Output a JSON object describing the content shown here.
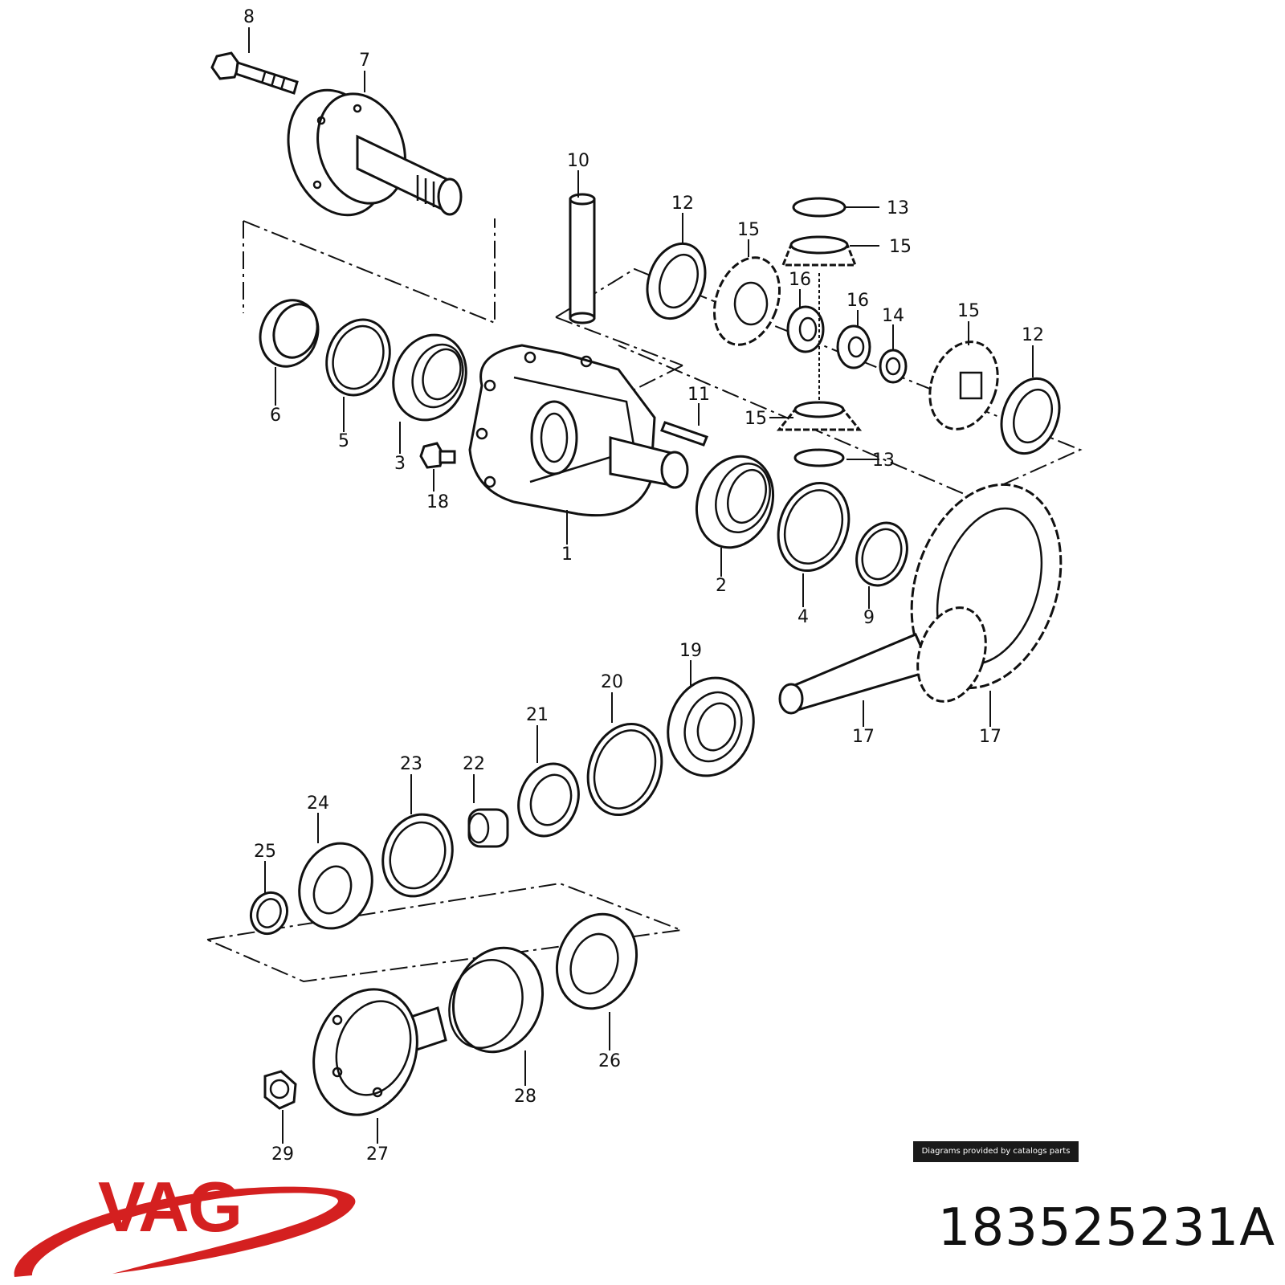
{
  "diagram": {
    "callouts": [
      "1",
      "2",
      "3",
      "4",
      "5",
      "6",
      "7",
      "8",
      "9",
      "10",
      "11",
      "12",
      "12",
      "13",
      "13",
      "14",
      "15",
      "15",
      "15",
      "15",
      "16",
      "16",
      "17",
      "17",
      "18",
      "19",
      "20",
      "21",
      "22",
      "23",
      "24",
      "25",
      "26",
      "27",
      "28",
      "29"
    ]
  },
  "credit": "Diagrams provided by catalogs parts",
  "brand": {
    "name": "VAG",
    "color": "#d42020"
  },
  "part_number": "183525231A"
}
